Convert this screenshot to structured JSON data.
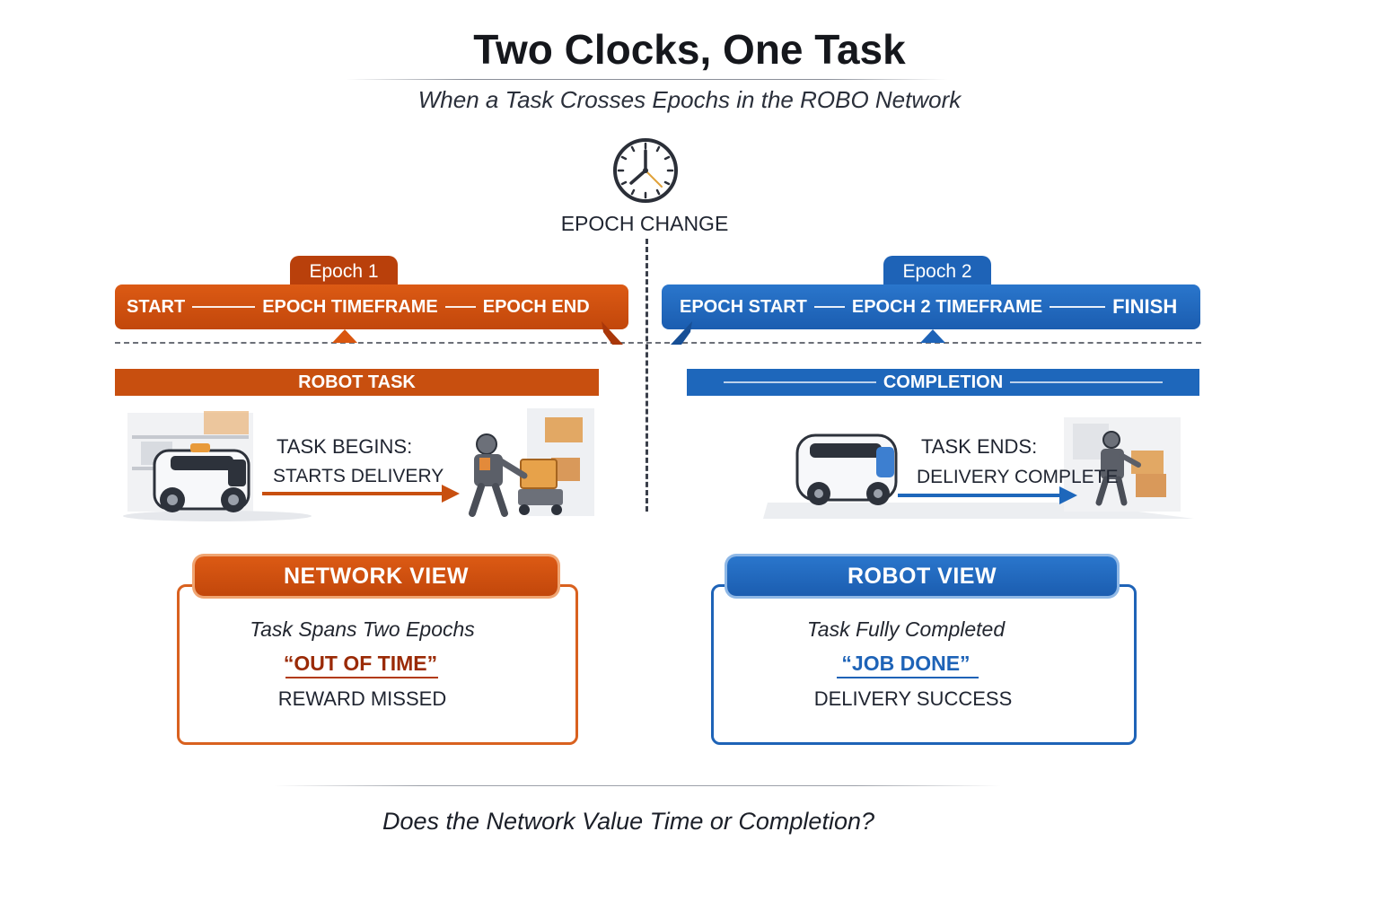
{
  "header": {
    "title": "Two Clocks, One Task",
    "subtitle": "When a Task Crosses Epochs in the ROBO Network"
  },
  "epoch_change": {
    "label": "EPOCH CHANGE",
    "icon": "clock-icon"
  },
  "epoch1": {
    "tab": "Epoch 1",
    "start": "START",
    "timeframe": "EPOCH TIMEFRAME",
    "end": "EPOCH END",
    "section": "ROBOT TASK",
    "scene_line1": "TASK BEGINS:",
    "scene_line2": "STARTS DELIVERY"
  },
  "epoch2": {
    "tab": "Epoch 2",
    "start": "EPOCH START",
    "timeframe": "EPOCH 2 TIMEFRAME",
    "end": "FINISH",
    "section": "COMPLETION",
    "scene_line1": "TASK ENDS:",
    "scene_line2": "DELIVERY COMPLETE"
  },
  "network_view": {
    "title": "NETWORK VIEW",
    "line1": "Task Spans Two Epochs",
    "line2": "“OUT OF TIME”",
    "line3": "REWARD MISSED"
  },
  "robot_view": {
    "title": "ROBOT VIEW",
    "line1": "Task Fully Completed",
    "line2": "“JOB DONE”",
    "line3": "DELIVERY SUCCESS"
  },
  "footer": {
    "question": "Does the Network Value Time or Completion?"
  },
  "colors": {
    "orange": "#c84f0f",
    "blue": "#1e63b7",
    "dark_red": "#9a2a06"
  }
}
